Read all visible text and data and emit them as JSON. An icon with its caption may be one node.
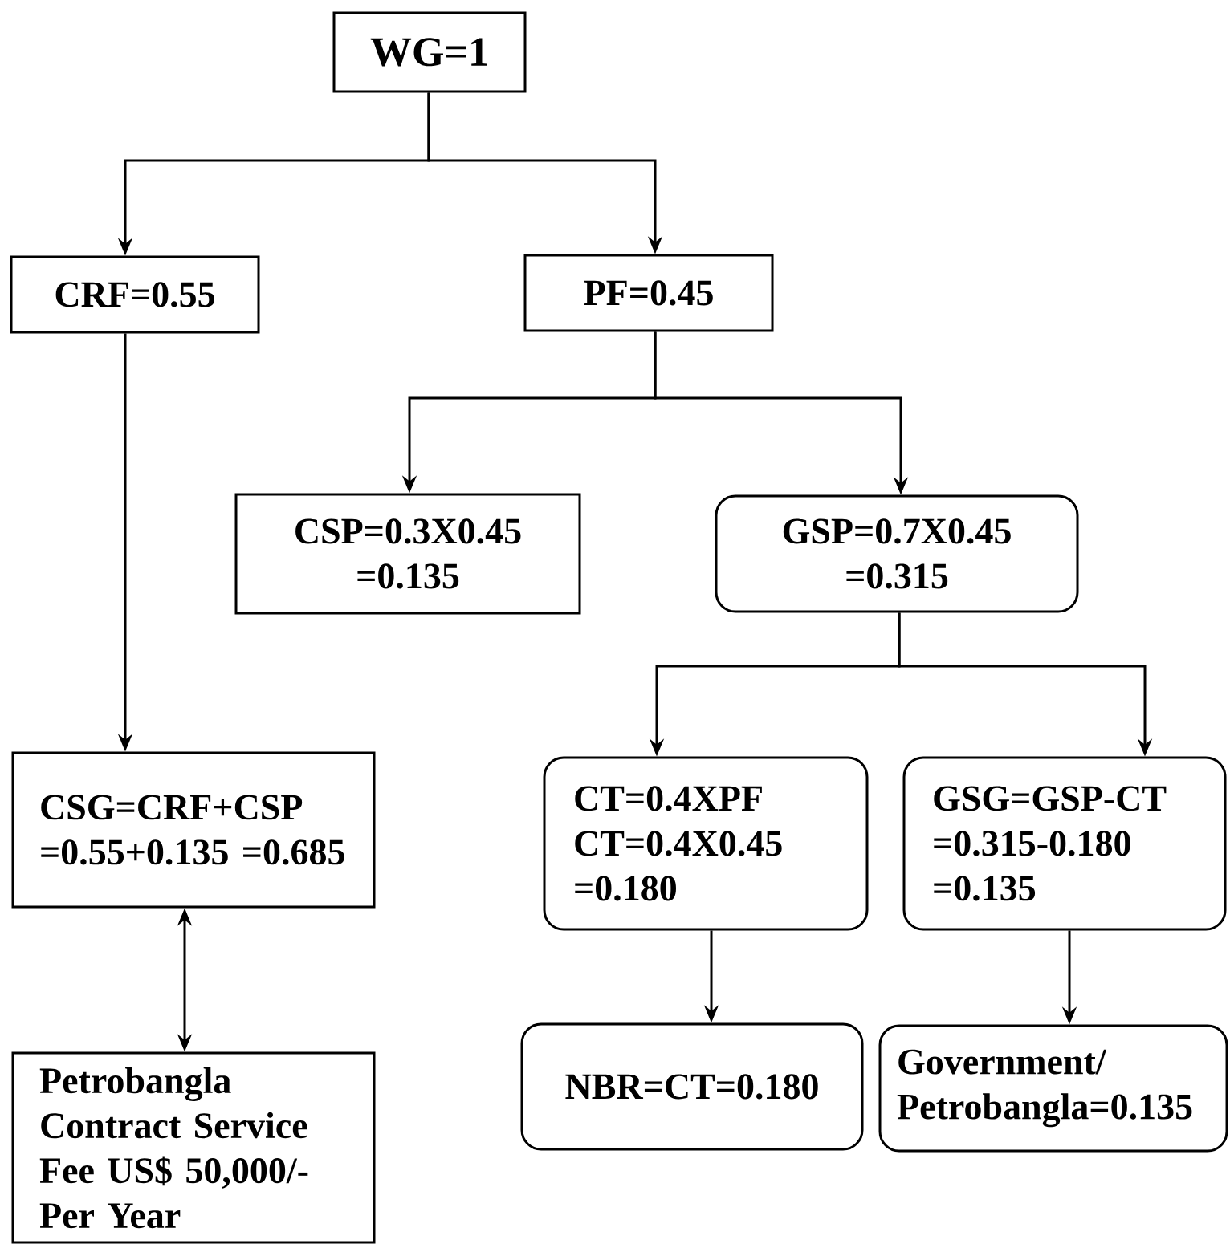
{
  "diagram": {
    "nodes": [
      {
        "text": [
          "WG=1"
        ]
      },
      {
        "text": [
          "CRF=0.55"
        ]
      },
      {
        "text": [
          "PF=0.45"
        ]
      },
      {
        "text": [
          "CSP=0.3X0.45 =0.135"
        ]
      },
      {
        "text": [
          "GSP=0.7X0.45 =0.315"
        ]
      },
      {
        "text": [
          "CSG=CRF+CSP =0.55+0.135 =0.685"
        ]
      },
      {
        "text": [
          "CT=0.4XPF CT=0.4X0.45 =0.180"
        ]
      },
      {
        "text": [
          "GSG=GSP-CT =0.315-0.180 =0.135"
        ]
      },
      {
        "text": [
          "Petrobangla Contract Service Fee US$ 50,000/- Per Year"
        ]
      },
      {
        "text": [
          "NBR=CT=0.180"
        ]
      },
      {
        "text": [
          "Government/ Petrobangla=0.135"
        ]
      }
    ],
    "edges": [
      {
        "from": 0,
        "to": 1,
        "arrow": "to"
      },
      {
        "from": 0,
        "to": 2,
        "arrow": "to"
      },
      {
        "from": 2,
        "to": 3,
        "arrow": "to"
      },
      {
        "from": 2,
        "to": 4,
        "arrow": "to"
      },
      {
        "from": 1,
        "to": 5,
        "arrow": "to"
      },
      {
        "from": 4,
        "to": 6,
        "arrow": "to"
      },
      {
        "from": 4,
        "to": 7,
        "arrow": "to"
      },
      {
        "from": 5,
        "to": 8,
        "arrow": "both"
      },
      {
        "from": 6,
        "to": 9,
        "arrow": "to"
      },
      {
        "from": 7,
        "to": 10,
        "arrow": "to"
      }
    ]
  }
}
